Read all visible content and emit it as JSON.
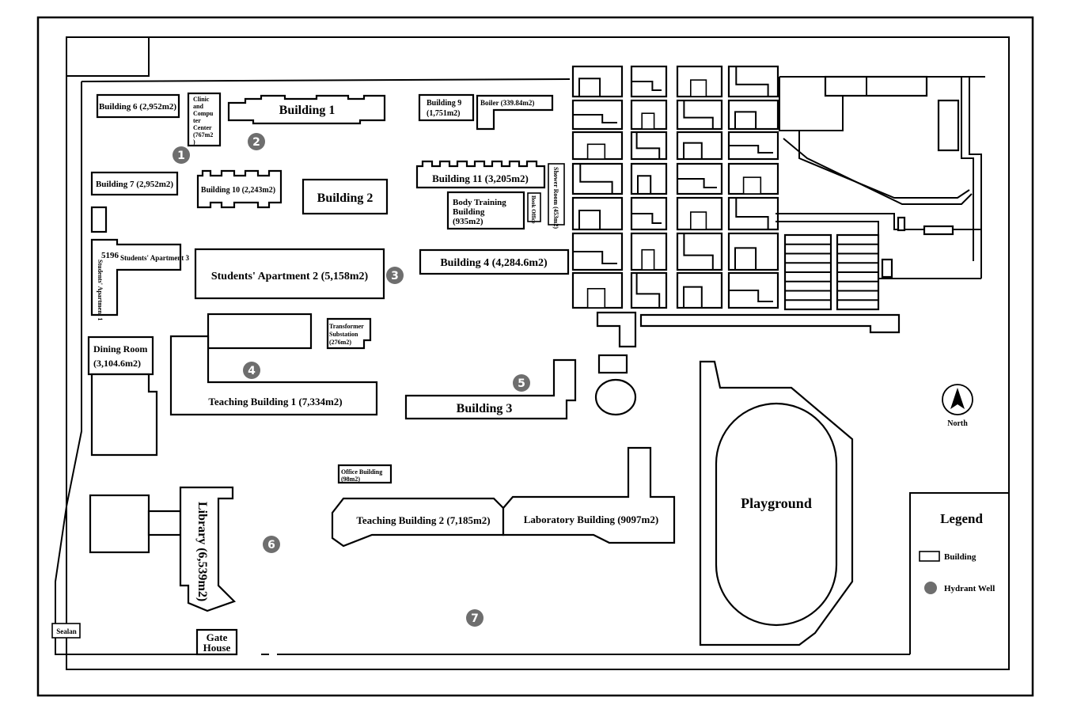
{
  "buildings": {
    "b6": "Building 6 (2,952m2)",
    "clinic": [
      "Clinic",
      "and",
      "Compu",
      "ter",
      "Center",
      "(767m2",
      ")"
    ],
    "b1": "Building 1",
    "b9": [
      "Building 9",
      "(1,751m2)"
    ],
    "boiler": "Boiler (339.84m2)",
    "b7": "Building 7 (2,952m2)",
    "b10": "Building 10 (2,243m2)",
    "b2": "Building 2",
    "b11": "Building 11 (3,205m2)",
    "shower": "Shower Room (453m2)",
    "bookoffice": "Book Office",
    "bodytraining": [
      "Body Training",
      "Building",
      "(935m2)"
    ],
    "sa1_num": "5196",
    "sa3": "Students' Apartment 3",
    "sa1": "Students' Apartment 1",
    "sa2": "Students' Apartment 2 (5,158m2)",
    "b4": "Building 4 (4,284.6m2)",
    "transformer": [
      "Transformer",
      "Substation",
      "(276m2)"
    ],
    "dining": [
      "Dining Room",
      "(3,104.6m2)"
    ],
    "tb1": "Teaching  Building 1 (7,334m2)",
    "b3": "Building 3",
    "office": [
      "Office Building",
      "(98m2)"
    ],
    "tb2": "Teaching Building 2 (7,185m2)",
    "lab": "Laboratory Building (9097m2)",
    "library": "Library (6,539m2)",
    "playground": "Playground",
    "gatehouse": [
      "Gate",
      "House"
    ],
    "sealan": "Sealan"
  },
  "hydrants": [
    "1",
    "2",
    "3",
    "4",
    "5",
    "6",
    "7"
  ],
  "compass": {
    "label": "North",
    "icon": "north-arrow-icon"
  },
  "legend": {
    "title": "Legend",
    "building": "Building",
    "hydrant": "Hydrant Well",
    "hydrant_color": "#6e6e6e"
  }
}
